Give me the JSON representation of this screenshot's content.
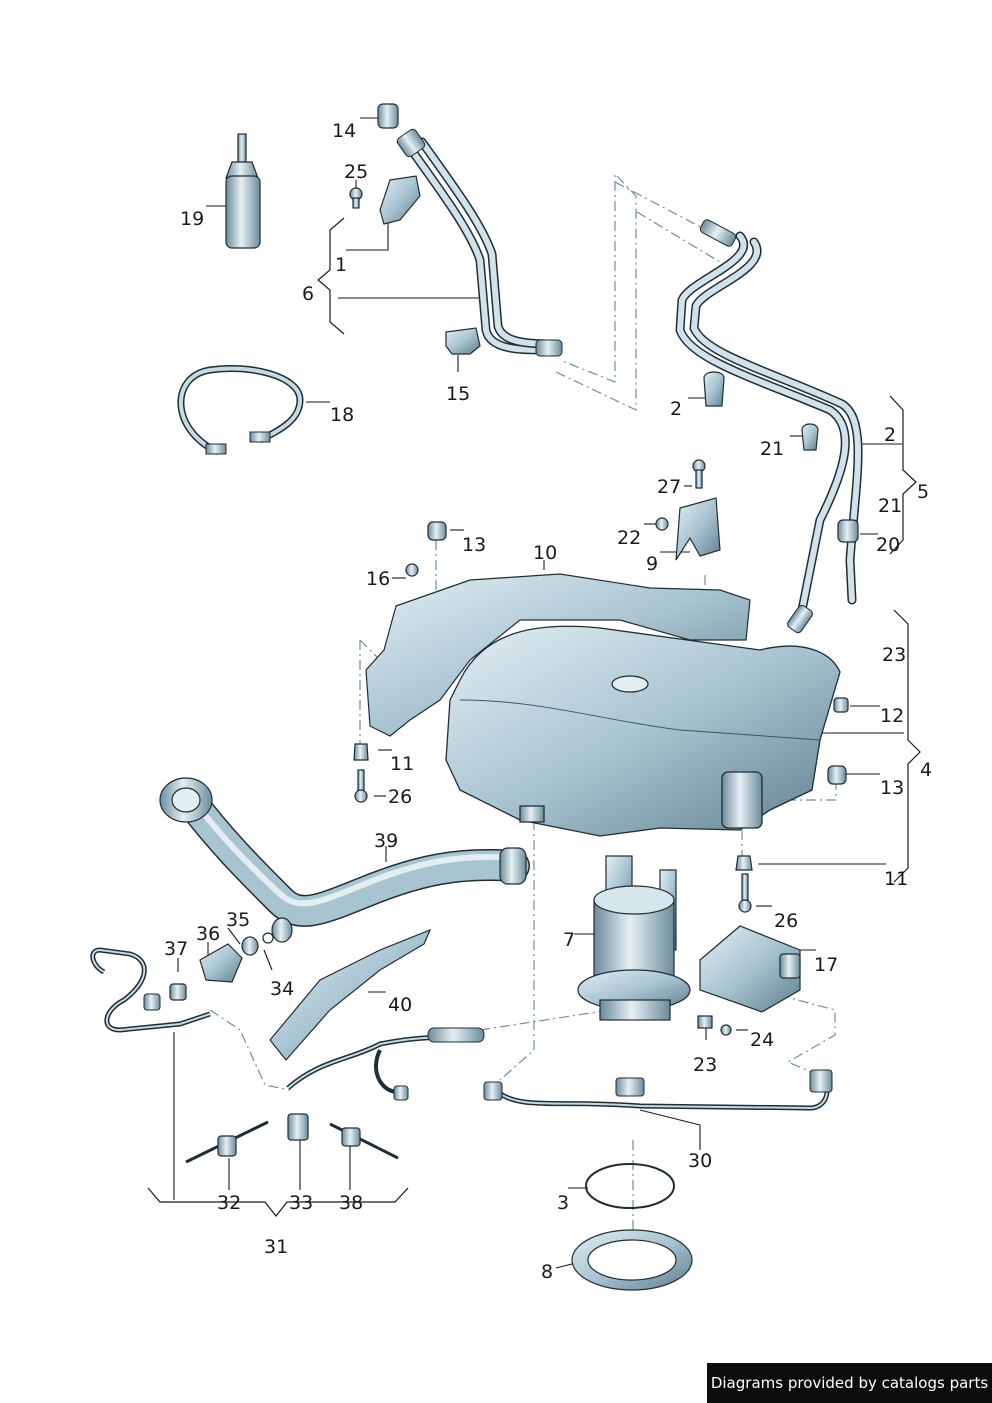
{
  "labels": {
    "l1": "1",
    "l2a": "2",
    "l2b": "2",
    "l3": "3",
    "l4": "4",
    "l5": "5",
    "l6": "6",
    "l7": "7",
    "l8": "8",
    "l9": "9",
    "l10": "10",
    "l11a": "11",
    "l11b": "11",
    "l12": "12",
    "l13a": "13",
    "l13b": "13",
    "l14": "14",
    "l15": "15",
    "l16": "16",
    "l17": "17",
    "l18": "18",
    "l19": "19",
    "l20": "20",
    "l21a": "21",
    "l21b": "21",
    "l22": "22",
    "l23a": "23",
    "l23b": "23",
    "l24": "24",
    "l25": "25",
    "l26a": "26",
    "l26b": "26",
    "l27": "27",
    "l30": "30",
    "l31": "31",
    "l32": "32",
    "l33": "33",
    "l34": "34",
    "l35": "35",
    "l36": "36",
    "l37": "37",
    "l38": "38",
    "l39": "39",
    "l40": "40"
  },
  "footer": "Diagrams provided by catalogs parts",
  "colors": {
    "part_fill": "#a9c4d1",
    "part_dark": "#5f7e8f",
    "part_light": "#e3eef3",
    "outline": "#1f2d36",
    "leader": "#1a1a1a",
    "dashed": "#6f8fa0"
  }
}
